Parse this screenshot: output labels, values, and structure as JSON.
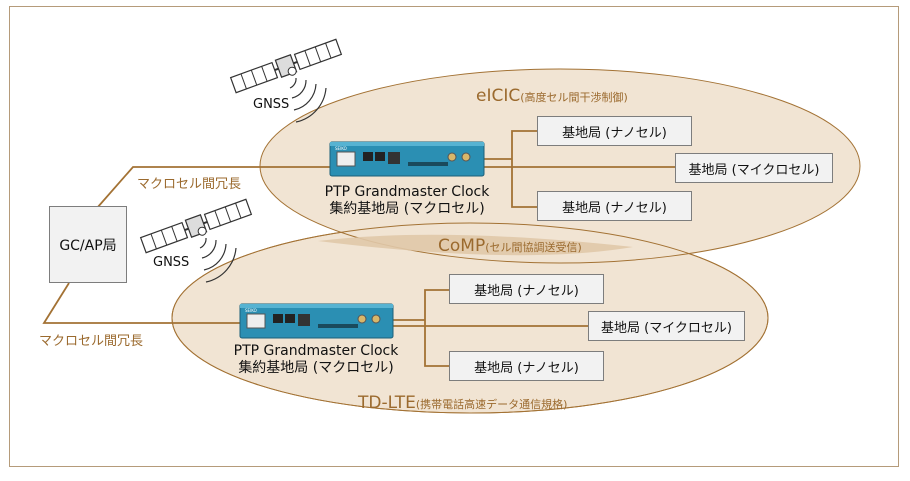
{
  "gc_ap": "GC/AP局",
  "gnss_top": "GNSS",
  "gnss_bottom": "GNSS",
  "macro_link_upper": "マクロセル間冗長",
  "macro_link_lower": "マクロセル間冗長",
  "eicic": {
    "main": "eICIC",
    "sub": "(高度セル間干渉制御)"
  },
  "comp": {
    "main": "CoMP",
    "sub": "(セル間協調送受信)"
  },
  "tdlte": {
    "main": "TD-LTE",
    "sub": "(携帯電話高速データ通信規格)"
  },
  "upper_device": {
    "line1": "PTP Grandmaster Clock",
    "line2": "集約基地局 (マクロセル)",
    "brand": "SEIKO"
  },
  "lower_device": {
    "line1": "PTP Grandmaster Clock",
    "line2": "集約基地局 (マクロセル)",
    "brand": "SEIKO"
  },
  "upper_stations": [
    "基地局 (ナノセル)",
    "基地局 (マイクロセル)",
    "基地局 (ナノセル)"
  ],
  "lower_stations": [
    "基地局 (ナノセル)",
    "基地局 (マイクロセル)",
    "基地局 (ナノセル)"
  ],
  "colors": {
    "ellipse_fill": "#f1e4d3",
    "line": "#a37234",
    "accent_text": "#9b6a2e",
    "device": "#2b8fb3",
    "frame": "#b59b7a"
  },
  "icons": [
    "satellite-icon",
    "signal-wave-icon",
    "ptp-grandmaster-device-icon"
  ]
}
